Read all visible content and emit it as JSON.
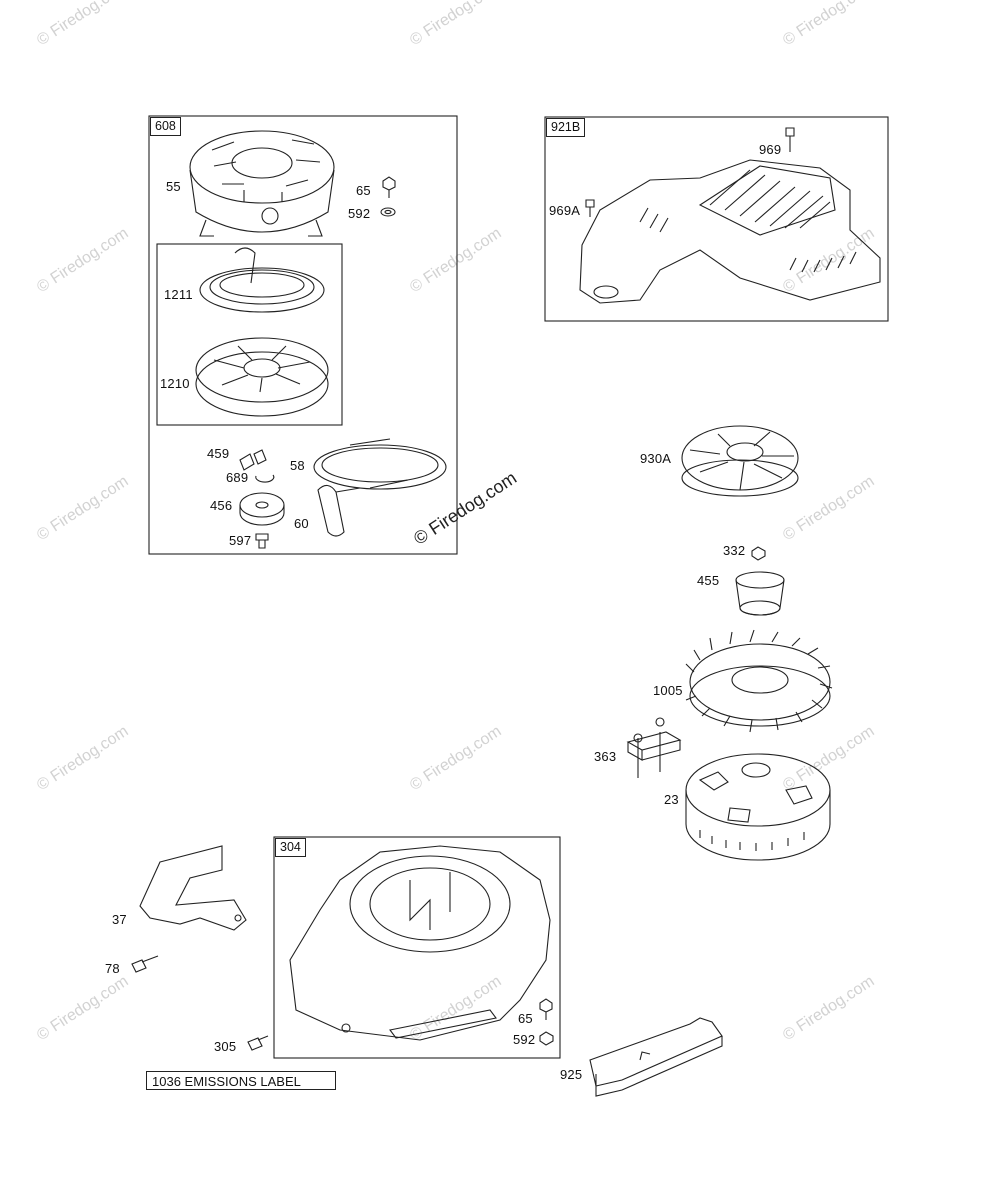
{
  "watermark": "© Firedog.com",
  "watermark_main": "© Firedog.com",
  "box_labels": {
    "b608": "608",
    "b921b": "921B",
    "b304": "304"
  },
  "parts": {
    "p55": "55",
    "p65a": "65",
    "p592a": "592",
    "p1211": "1211",
    "p1210": "1210",
    "p459": "459",
    "p689": "689",
    "p456": "456",
    "p597": "597",
    "p58": "58",
    "p60": "60",
    "p969": "969",
    "p969a": "969A",
    "p930a": "930A",
    "p332": "332",
    "p455": "455",
    "p1005": "1005",
    "p363": "363",
    "p23": "23",
    "p37": "37",
    "p78": "78",
    "p305": "305",
    "p65b": "65",
    "p592b": "592",
    "p925": "925"
  },
  "note": "1036 EMISSIONS LABEL"
}
